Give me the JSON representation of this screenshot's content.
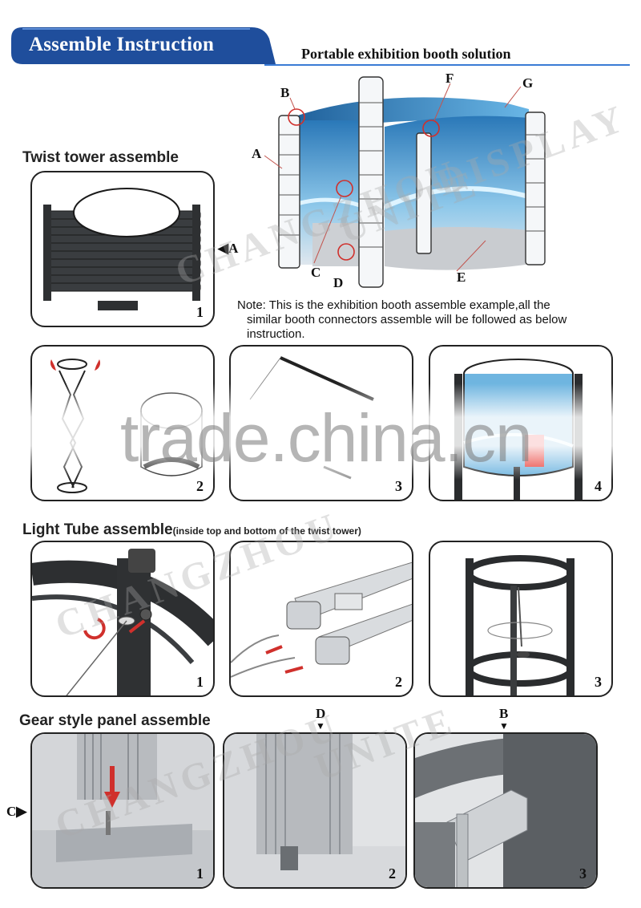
{
  "header": {
    "title": "Assemble Instruction",
    "subtitle": "Portable exhibition booth solution",
    "accent_color": "#1f4e9c"
  },
  "booth": {
    "labels": [
      "A",
      "B",
      "C",
      "D",
      "E",
      "F",
      "G"
    ],
    "note_lines": [
      "Note: This is the exhibition booth assemble example,all the",
      "similar booth connectors assemble will be followed as below",
      "instruction."
    ]
  },
  "sections": {
    "twist_tower": {
      "title": "Twist tower assemble",
      "marker": "A",
      "steps": [
        "1",
        "2",
        "3",
        "4"
      ]
    },
    "light_tube": {
      "title": "Light Tube assemble",
      "subtitle": "(inside top and bottom of the twist tower)",
      "steps": [
        "1",
        "2",
        "3"
      ]
    },
    "gear_panel": {
      "title": "Gear style panel assemble",
      "markers": [
        "C",
        "D",
        "B"
      ],
      "steps": [
        "1",
        "2",
        "3"
      ]
    }
  },
  "watermarks": {
    "main": "trade.china.cn",
    "diagonal": [
      "CHANGZHOU",
      "UNITE",
      "DISPLAY"
    ]
  }
}
